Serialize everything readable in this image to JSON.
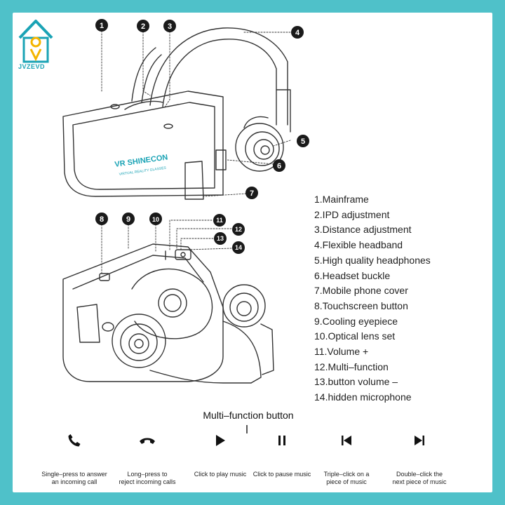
{
  "brand": {
    "name": "JVZEVD",
    "color": "#1aa3b5"
  },
  "colors": {
    "background": "#4fc1c9",
    "panel": "#ffffff",
    "line": "#333333",
    "callout": "#1a1a1a"
  },
  "callouts": [
    "1",
    "2",
    "3",
    "4",
    "5",
    "6",
    "7",
    "8",
    "9",
    "10",
    "11",
    "12",
    "13",
    "14"
  ],
  "parts": [
    "1.Mainframe",
    "2.IPD adjustment",
    "3.Distance adjustment",
    "4.Flexible headband",
    "5.High quality headphones",
    "6.Headset buckle",
    "7.Mobile phone cover",
    "8.Touchscreen button",
    "9.Cooling eyepiece",
    "10.Optical lens set",
    "11.Volume +",
    "12.Multi–function",
    "13.button volume –",
    "14.hidden microphone"
  ],
  "headset_label": {
    "brand": "VR SHINECON",
    "tagline": "VIRTUAL REALITY GLASSES"
  },
  "multifunction": {
    "title": "Multi–function button",
    "actions": [
      {
        "icon": "phone-answer-icon",
        "line1": "Single–press to answer",
        "line2": "an incoming call"
      },
      {
        "icon": "phone-hangup-icon",
        "line1": "Long–press to",
        "line2": "reject incoming calls"
      },
      {
        "icon": "play-icon",
        "line1": "Click to play music",
        "line2": ""
      },
      {
        "icon": "pause-icon",
        "line1": "Click to pause music",
        "line2": ""
      },
      {
        "icon": "skip-previous-icon",
        "line1": "Triple–click on a",
        "line2": "piece of music"
      },
      {
        "icon": "skip-next-icon",
        "line1": "Double–click the",
        "line2": "next piece of music"
      }
    ]
  }
}
